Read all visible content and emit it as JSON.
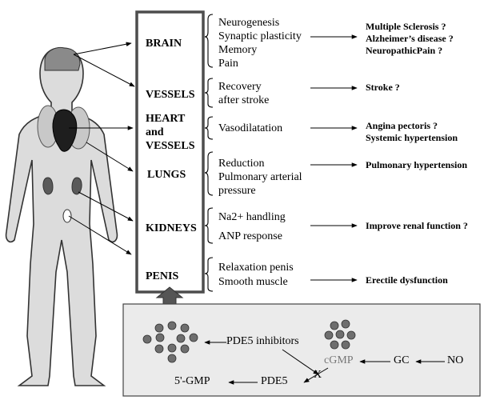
{
  "organs": {
    "brain": "BRAIN",
    "vessels": "VESSELS",
    "heart_line1": "HEART",
    "heart_line2": "and",
    "heart_line3": "VESSELS",
    "lungs": "LUNGS",
    "kidneys": "KIDNEYS",
    "penis": "PENIS"
  },
  "effects": {
    "brain": [
      "Neurogenesis",
      "Synaptic plasticity",
      "Memory",
      "Pain"
    ],
    "vessels": [
      "Recovery",
      "after stroke"
    ],
    "heart": [
      "Vasodilatation"
    ],
    "lungs": [
      "Reduction",
      "Pulmonary arterial",
      "pressure"
    ],
    "kidneys": [
      "Na2+ handling",
      "ANP response"
    ],
    "penis": [
      "Relaxation penis",
      "Smooth muscle"
    ]
  },
  "diseases": {
    "brain": [
      "Multiple Sclerosis ?",
      "Alzheimer’s disease ?",
      "NeuropathicPain ?"
    ],
    "vessels": [
      "Stroke ?"
    ],
    "heart": [
      "Angina pectoris ?",
      "Systemic hypertension"
    ],
    "lungs": [
      "Pulmonary hypertension"
    ],
    "kidneys": [
      "Improve renal function ?"
    ],
    "penis": [
      "Erectile dysfunction"
    ]
  },
  "pathway": {
    "inhibitors": "PDE5 inhibitors",
    "cgmp": "cGMP",
    "gc": "GC",
    "no": "NO",
    "pde5": "PDE5",
    "gmp": "5'-GMP",
    "block": "X"
  },
  "colors": {
    "organ_box_border": "#4d4d4d",
    "pathway_panel_fill": "#ebebeb",
    "molecule_fill": "#6e6e6e",
    "cgmp_text": "#777777"
  }
}
